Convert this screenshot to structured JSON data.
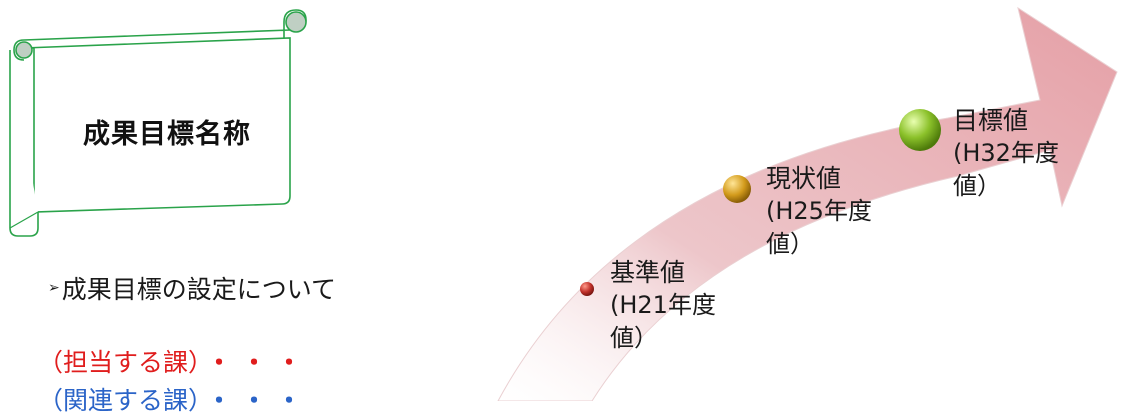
{
  "scroll_title": "成果目標名称",
  "bullet_text": "成果目標の設定について",
  "bullet_mark": "➢",
  "departments": [
    {
      "label": "（担当する課）",
      "dots": "・・・",
      "color": "#e01d1d"
    },
    {
      "label": "（関連する課）",
      "dots": "・・・",
      "color": "#2b64c8"
    }
  ],
  "milestones": [
    {
      "title": "基準値",
      "line2": "(H21年度",
      "line3": "値）",
      "dot_color": "#c0312b"
    },
    {
      "title": "現状値",
      "line2": "(H25年度",
      "line3": "値）",
      "dot_color": "#d39b1c"
    },
    {
      "title": "目標値",
      "line2": "(H32年度",
      "line3": "値）",
      "dot_color": "#8bc12a"
    }
  ],
  "colors": {
    "scroll_border": "#2aa34a",
    "arrow_fill": "#e7b3b8"
  }
}
